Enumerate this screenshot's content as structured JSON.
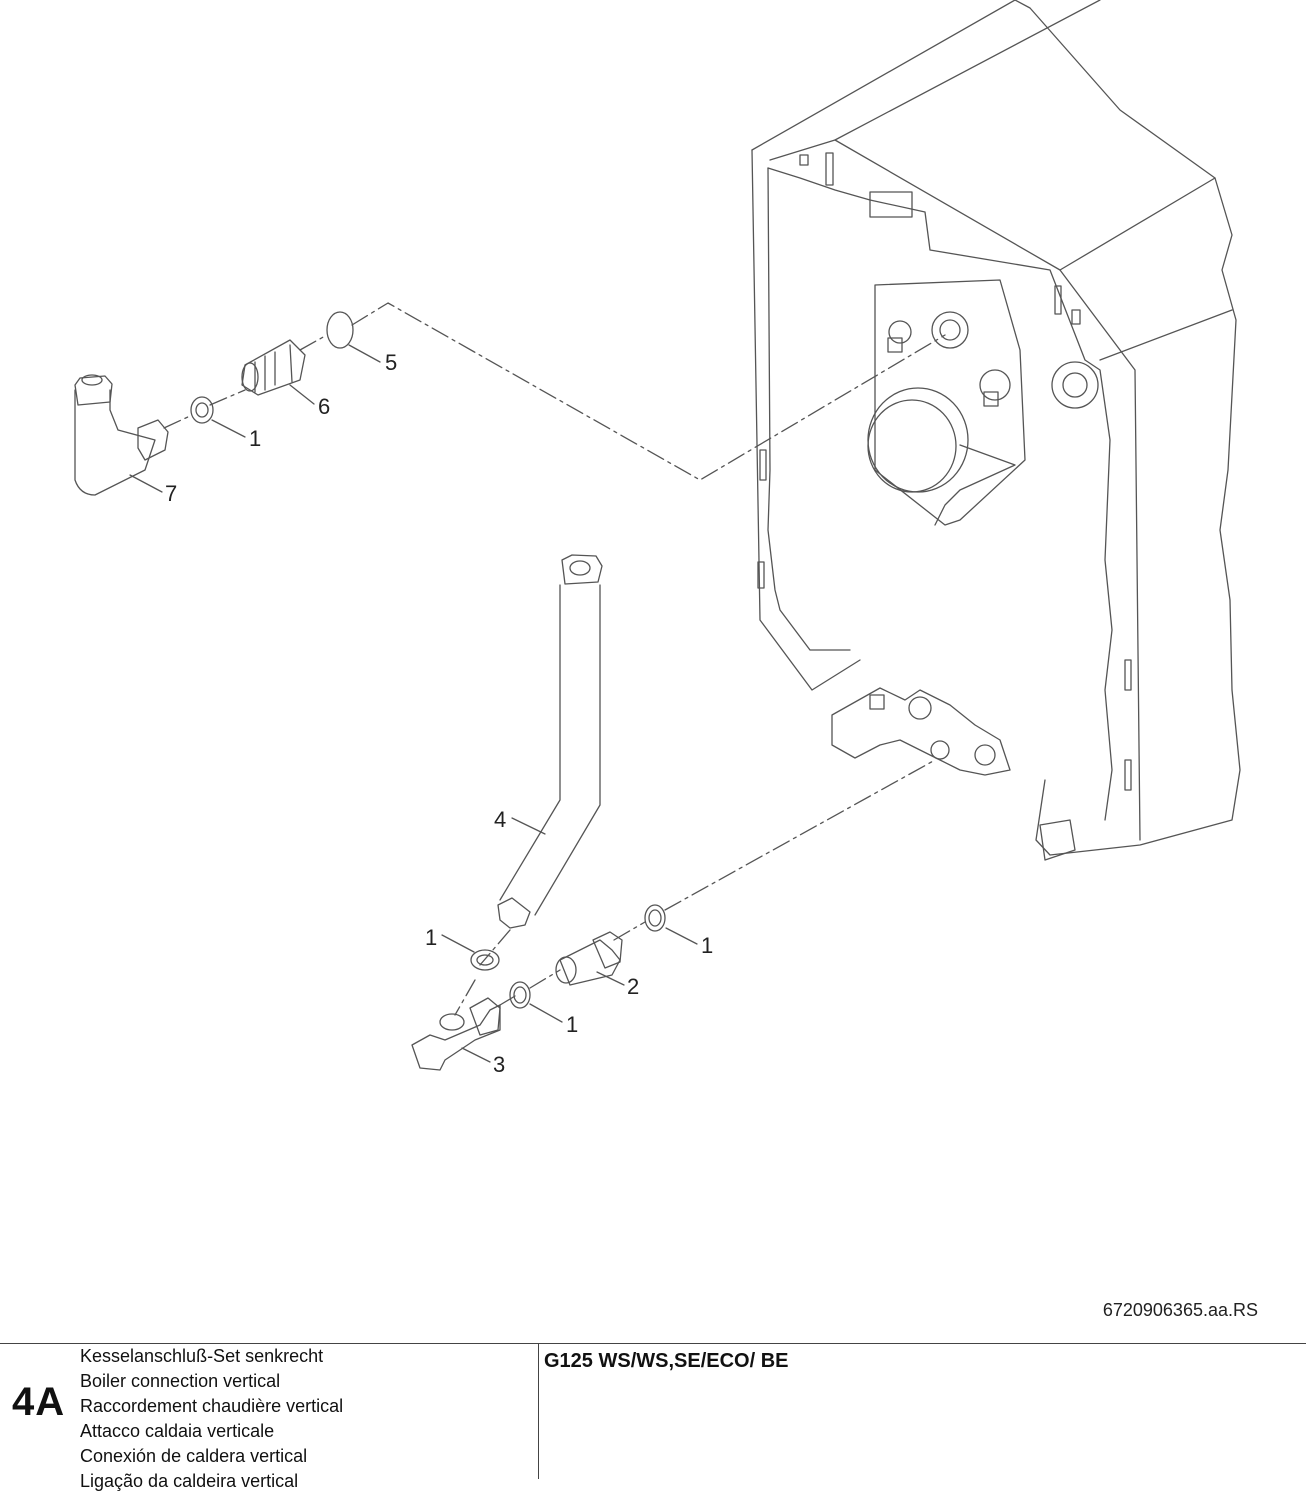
{
  "callouts": {
    "c5": "5",
    "c6": "6",
    "c1a": "1",
    "c7": "7",
    "c4": "4",
    "c1b": "1",
    "c1c": "1",
    "c2": "2",
    "c1d": "1",
    "c3": "3"
  },
  "drawing_number": "6720906365.aa.RS",
  "footer": {
    "section_code": "4A",
    "titles": [
      "Kesselanschluß-Set senkrecht",
      "Boiler connection vertical",
      "Raccordement chaudière vertical",
      "Attacco caldaia verticale",
      "Conexión de caldera vertical",
      "Ligação da caldeira vertical"
    ],
    "model": "G125 WS/WS,SE/ECO/ BE"
  }
}
